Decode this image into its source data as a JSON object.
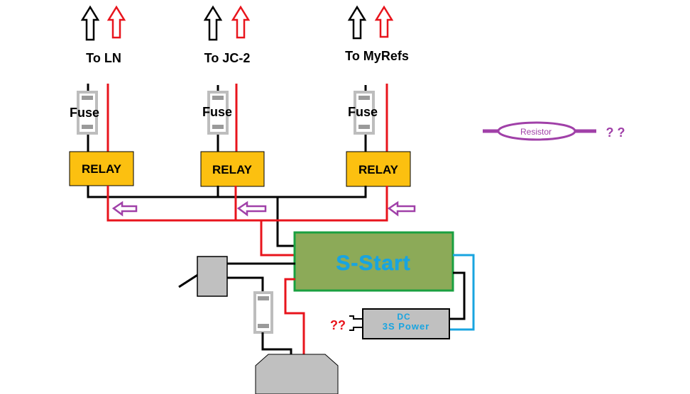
{
  "colors": {
    "wire_black": "#000000",
    "wire_red": "#e8141c",
    "wire_blue": "#18a4e0",
    "relay_fill": "#fcc010",
    "sstart_fill": "#8caa58",
    "sstart_border": "#1aa040",
    "sstart_text": "#18a4e0",
    "dc_fill": "#c0c0c0",
    "dc_text": "#18a4e0",
    "fuse_border": "#bdbdbd",
    "resistor_purple": "#a040a8",
    "question_red": "#e8141c",
    "gray_block": "#c0c0c0"
  },
  "outputs": [
    {
      "label": "To LN"
    },
    {
      "label": "To JC-2"
    },
    {
      "label": "To MyRefs"
    }
  ],
  "fuse_label": "Fuse",
  "relay_label": "RELAY",
  "sstart_label": "S-Start",
  "dc_power": {
    "line1": "DC",
    "line2": "3S Power"
  },
  "dc_question": "??",
  "resistor": {
    "label": "Resistor",
    "question": "? ?"
  }
}
